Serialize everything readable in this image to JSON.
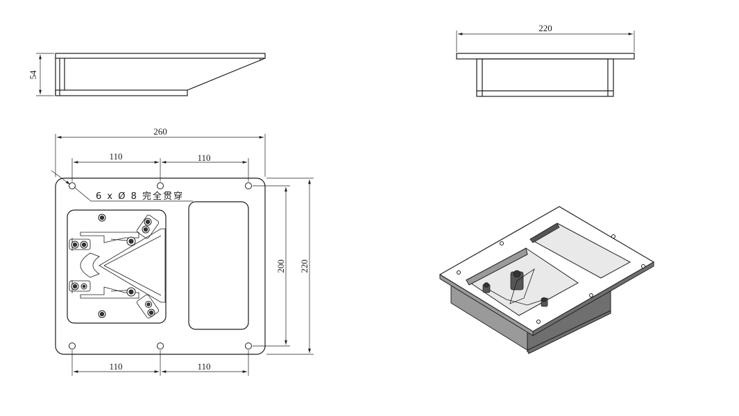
{
  "drawing": {
    "side_view": {
      "height_dim": "54"
    },
    "front_view": {
      "width_dim": "220"
    },
    "top_view": {
      "overall_width_dim": "260",
      "top_spacing_left": "110",
      "top_spacing_right": "110",
      "bottom_spacing_left": "110",
      "bottom_spacing_right": "110",
      "hole_spacing_vertical": "200",
      "overall_height_dim": "220",
      "hole_note": "6 x Ø 8 完全贯穿"
    },
    "iso_view": {
      "label": ""
    }
  }
}
